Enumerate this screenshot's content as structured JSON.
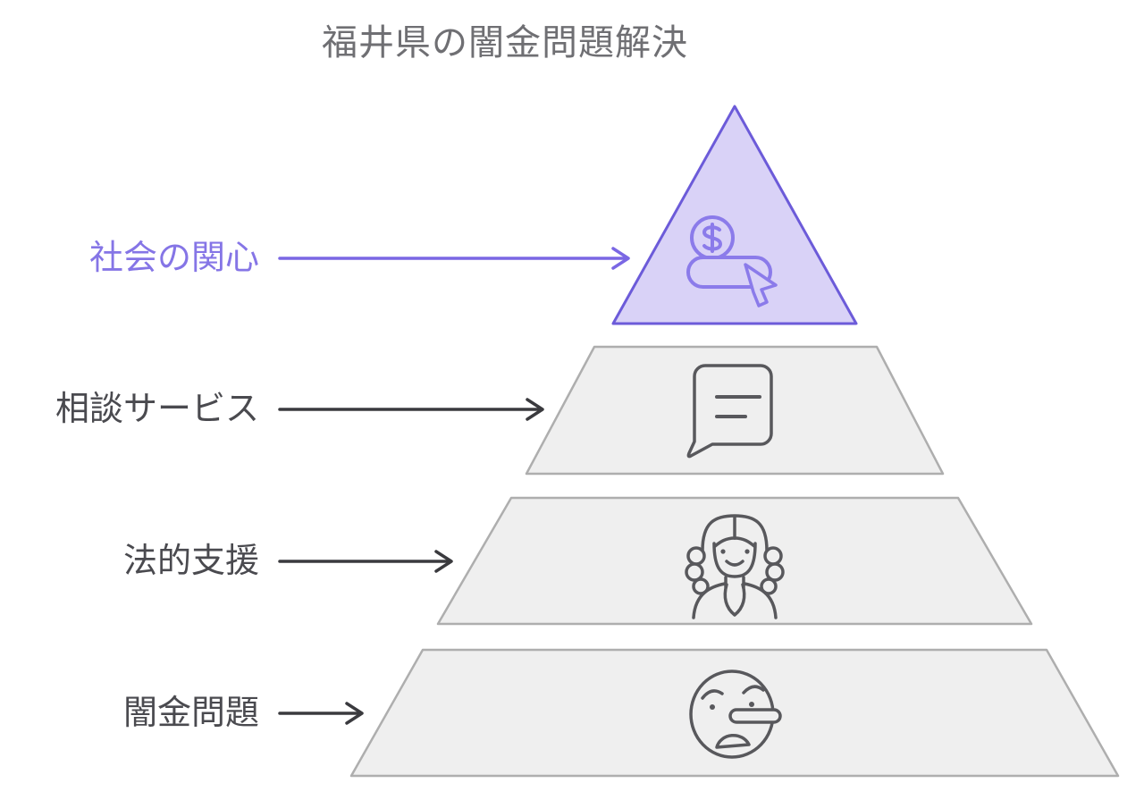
{
  "title": "福井県の闇金問題解決",
  "colors": {
    "background": "#FFFFFF",
    "title_text": "#6F6F73",
    "highlight_fill": "#D9D2F7",
    "highlight_border": "#6C5BD9",
    "highlight_icon_stroke": "#8B7BEA",
    "highlight_label_text": "#8575E6",
    "highlight_arrow": "#7A67E4",
    "level_fill": "#EFEFEF",
    "level_border": "#AEAEAE",
    "level_icon_stroke": "#58585C",
    "level_label_text": "#4A4A4F",
    "level_arrow": "#3A3A3E"
  },
  "pyramid": {
    "levels": [
      {
        "rank": 1,
        "label": "社会の関心",
        "icon": "cost-per-click-icon",
        "highlighted": true
      },
      {
        "rank": 2,
        "label": "相談サービス",
        "icon": "speech-bubble-icon",
        "highlighted": false
      },
      {
        "rank": 3,
        "label": "法的支援",
        "icon": "judge-icon",
        "highlighted": false
      },
      {
        "rank": 4,
        "label": "闇金問題",
        "icon": "lying-face-icon",
        "highlighted": false
      }
    ]
  }
}
